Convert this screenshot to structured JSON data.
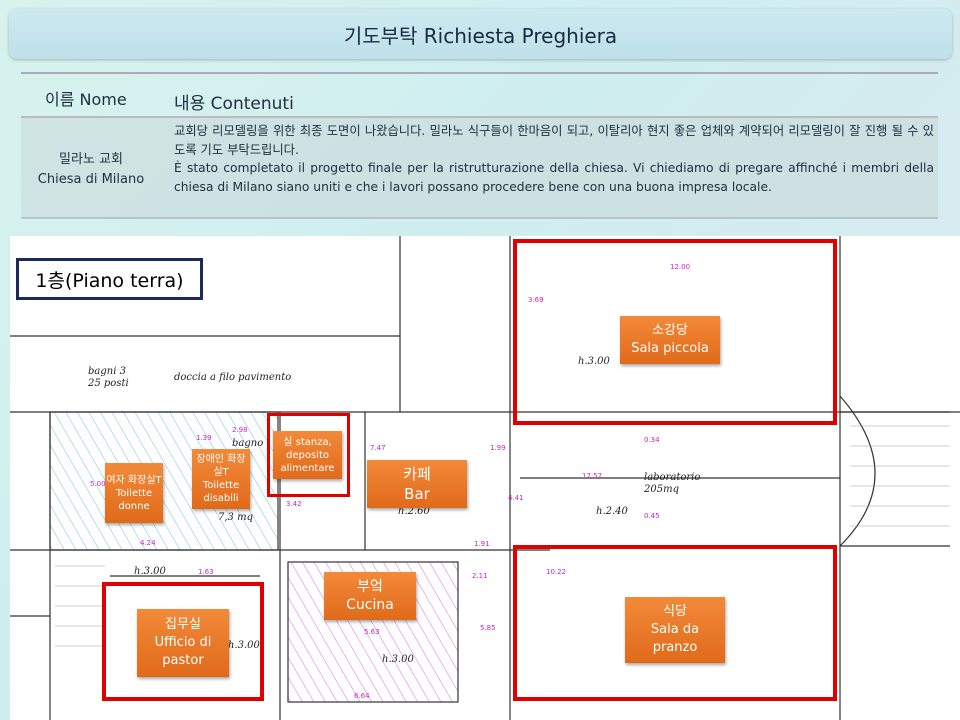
{
  "title": "기도부탁 Richiesta Preghiera",
  "table": {
    "header_name": "이름  Nome",
    "header_content": "내용 Contenuti",
    "name_ko": "밀라노 교회",
    "name_it": "Chiesa di Milano",
    "content_ko": "교회당 리모델링을 위한 최종 도면이 나왔습니다.  밀라노 식구들이 한마음이 되고, 이탈리아 현지 좋은 업체와 계약되어 리모델링이 잘 진행 될 수 있도록 기도 부탁드립니다.",
    "content_it": "È stato completato il progetto finale per la ristrutturazione della chiesa. Vi chiediamo di pregare affinché i membri della chiesa di Milano siano uniti e che i lavori possano procedere bene con una buona impresa locale."
  },
  "plan": {
    "floor_label": "1층(Piano terra)",
    "rooms": [
      {
        "ko": "소강당",
        "it": "Sala piccola"
      },
      {
        "ko": "카페",
        "it": "Bar"
      },
      {
        "ko": "부엌",
        "it": "Cucina"
      },
      {
        "ko": "집무실",
        "it": "Ufficio di pastor"
      },
      {
        "ko": "식당",
        "it": "Sala da pranzo"
      },
      {
        "ko": "여자 화장실T",
        "it": "Toilette donne"
      },
      {
        "ko": "장애인 화장실T",
        "it": "Toilette disabili"
      },
      {
        "ko": "실 stanza,",
        "it": "deposito alimentare"
      }
    ],
    "notes": {
      "bagni": "bagni 3",
      "posti": "25 posti",
      "doccia": "doccia a filo pavimento",
      "lab": "laboratorio",
      "lab_area": "205mq",
      "bagno": "bagno",
      "area73": "7,3 mq",
      "h300": "h.3.00",
      "h260": "h.2.60",
      "h240": "h.2.40"
    },
    "dims": [
      "12.00",
      "3.69",
      "17.57",
      "7.47",
      "1.99",
      "3.42",
      "4.41",
      "10.22",
      "5.63",
      "1.63",
      "0.34",
      "0.45",
      "2.98",
      "1.39",
      "4.24",
      "5.00",
      "6.64",
      "1.91",
      "2.11",
      "5.85"
    ]
  }
}
